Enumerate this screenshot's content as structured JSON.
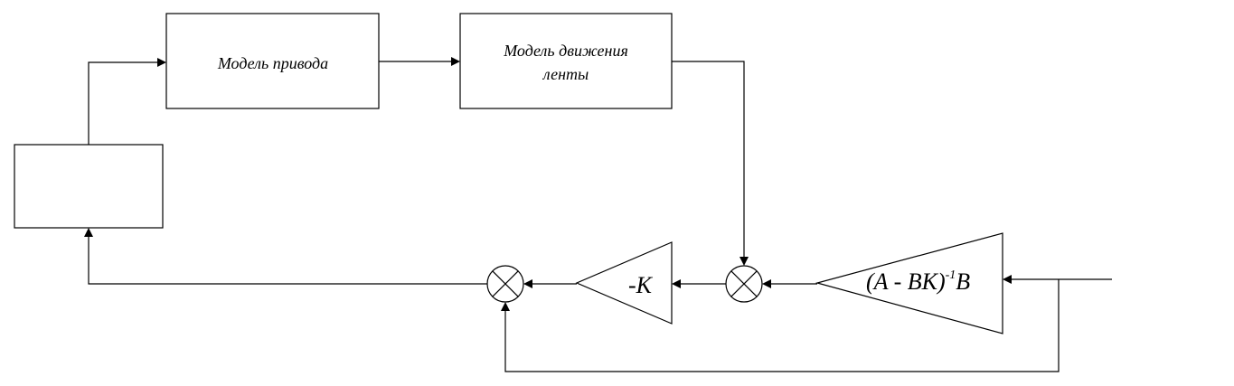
{
  "blocks": {
    "drive_model": "Модель привода",
    "tape_motion_line1": "Модель движения",
    "tape_motion_line2": "ленты",
    "controller": ""
  },
  "gains": {
    "neg_k": "-K",
    "ff_main": "(A - BK)",
    "ff_exp": "-1",
    "ff_tail": "B"
  }
}
